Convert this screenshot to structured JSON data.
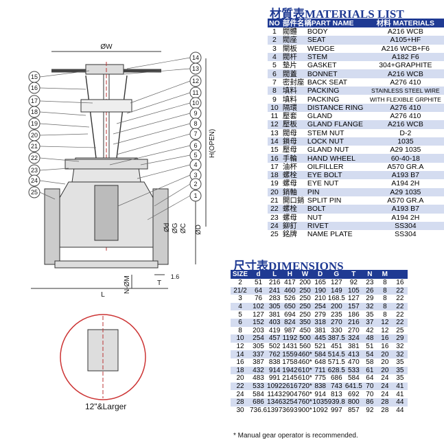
{
  "materials_title": "材質表MATERIALS LIST",
  "materials_headers": [
    "NO",
    "部件名稱PART NAME",
    "材料 MATERIALS"
  ],
  "materials": [
    {
      "no": "1",
      "cn": "閥體",
      "name": "BODY",
      "mat": "A216 WCB"
    },
    {
      "no": "2",
      "cn": "閥座",
      "name": "SEAT",
      "mat": "A105+HF"
    },
    {
      "no": "3",
      "cn": "閘板",
      "name": "WEDGE",
      "mat": "A216 WCB+F6"
    },
    {
      "no": "4",
      "cn": "閥杆",
      "name": "STEM",
      "mat": "A182 F6"
    },
    {
      "no": "5",
      "cn": "墊片",
      "name": "GASKET",
      "mat": "304+GRAPHITE"
    },
    {
      "no": "6",
      "cn": "閥蓋",
      "name": "BONNET",
      "mat": "A216 WCB"
    },
    {
      "no": "7",
      "cn": "密封座",
      "name": "BACK SEAT",
      "mat": "A276 410"
    },
    {
      "no": "8",
      "cn": "填料",
      "name": "PACKING",
      "mat": "STAINLESS STEEL WIRE"
    },
    {
      "no": "9",
      "cn": "填料",
      "name": "PACKING",
      "mat": "WITH FLEXIBLE GRPHITE"
    },
    {
      "no": "10",
      "cn": "隔環",
      "name": "DISTANCE RING",
      "mat": "A276 410"
    },
    {
      "no": "11",
      "cn": "壓套",
      "name": "GLAND",
      "mat": "A276 410"
    },
    {
      "no": "12",
      "cn": "壓板",
      "name": "GLAND FLANGE",
      "mat": "A216 WCB"
    },
    {
      "no": "13",
      "cn": "閥母",
      "name": "STEM NUT",
      "mat": "D-2"
    },
    {
      "no": "14",
      "cn": "鎖母",
      "name": "LOCK NUT",
      "mat": "1035"
    },
    {
      "no": "15",
      "cn": "壓母",
      "name": "GLAND NUT",
      "mat": "A29 1035"
    },
    {
      "no": "16",
      "cn": "手輪",
      "name": "HAND WHEEL",
      "mat": "60-40-18"
    },
    {
      "no": "17",
      "cn": "油杯",
      "name": "OILFILLER",
      "mat": "A570 GR.A"
    },
    {
      "no": "18",
      "cn": "螺栓",
      "name": "EYE BOLT",
      "mat": "A193 B7"
    },
    {
      "no": "19",
      "cn": "螺母",
      "name": "EYE NUT",
      "mat": "A194 2H"
    },
    {
      "no": "20",
      "cn": "銷軸",
      "name": "PIN",
      "mat": "A29 1035"
    },
    {
      "no": "21",
      "cn": "開口銷",
      "name": "SPLIT PIN",
      "mat": "A570 GR.A"
    },
    {
      "no": "22",
      "cn": "螺栓",
      "name": "BOLT",
      "mat": "A193 B7"
    },
    {
      "no": "23",
      "cn": "螺母",
      "name": "NUT",
      "mat": "A194 2H"
    },
    {
      "no": "24",
      "cn": "鉚釘",
      "name": "RIVET",
      "mat": "SS304"
    },
    {
      "no": "25",
      "cn": "銘牌",
      "name": "NAME PLATE",
      "mat": "SS304"
    }
  ],
  "dimensions_title": "尺寸表DIMENSIONS",
  "dimensions_headers": [
    "SIZE",
    "d",
    "L",
    "H",
    "W",
    "D",
    "G",
    "T",
    "N",
    "M"
  ],
  "dimensions": [
    [
      "2",
      "51",
      "216",
      "417",
      "200",
      "165",
      "127",
      "92",
      "23",
      "8",
      "16"
    ],
    [
      "21/2",
      "64",
      "241",
      "460",
      "250",
      "190",
      "149",
      "105",
      "26",
      "8",
      "22"
    ],
    [
      "3",
      "76",
      "283",
      "526",
      "250",
      "210",
      "168.5",
      "127",
      "29",
      "8",
      "22"
    ],
    [
      "4",
      "102",
      "305",
      "650",
      "250",
      "254",
      "200",
      "157",
      "32",
      "8",
      "22"
    ],
    [
      "5",
      "127",
      "381",
      "694",
      "250",
      "279",
      "235",
      "186",
      "35",
      "8",
      "22"
    ],
    [
      "6",
      "152",
      "403",
      "824",
      "350",
      "318",
      "270",
      "216",
      "37",
      "12",
      "22"
    ],
    [
      "8",
      "203",
      "419",
      "987",
      "450",
      "381",
      "330",
      "270",
      "42",
      "12",
      "25"
    ],
    [
      "10",
      "254",
      "457",
      "1192",
      "500",
      "445",
      "387.5",
      "324",
      "48",
      "16",
      "29"
    ],
    [
      "12",
      "305",
      "502",
      "1431",
      "560",
      "521",
      "451",
      "381",
      "51",
      "16",
      "32"
    ],
    [
      "14",
      "337",
      "762",
      "1559",
      "460*",
      "584",
      "514.5",
      "413",
      "54",
      "20",
      "32"
    ],
    [
      "16",
      "387",
      "838",
      "1758",
      "460*",
      "648",
      "571.5",
      "470",
      "58",
      "20",
      "35"
    ],
    [
      "18",
      "432",
      "914",
      "1942",
      "610*",
      "711",
      "628.5",
      "533",
      "61",
      "20",
      "35"
    ],
    [
      "20",
      "483",
      "991",
      "2145",
      "610*",
      "775",
      "686",
      "584",
      "64",
      "24",
      "35"
    ],
    [
      "22",
      "533",
      "1092",
      "2616",
      "720*",
      "838",
      "743",
      "641.5",
      "70",
      "24",
      "41"
    ],
    [
      "24",
      "584",
      "1143",
      "2904",
      "760*",
      "914",
      "813",
      "692",
      "70",
      "24",
      "41"
    ],
    [
      "28",
      "686",
      "1346",
      "3254",
      "760*",
      "1035",
      "939.8",
      "800",
      "86",
      "28",
      "44"
    ],
    [
      "30",
      "736.6",
      "1397",
      "3693",
      "900*",
      "1092",
      "997",
      "857",
      "92",
      "28",
      "44"
    ]
  ],
  "note": "* Manual gear operator is recommended.",
  "drawing_labels": {
    "size_label": "12\"&Larger",
    "w": "ØW",
    "h_open": "H(OPEN)",
    "d_big": "ØD",
    "c": "ØC",
    "g": "ØG",
    "d_small": "Ød",
    "nm": "N-ØM",
    "t": "T",
    "l": "L",
    "v16": "1.6",
    "callouts_left": [
      "15",
      "16",
      "17",
      "18",
      "19",
      "20",
      "21",
      "22",
      "23",
      "24",
      "25"
    ],
    "callouts_right": [
      "14",
      "13",
      "12",
      "11",
      "10",
      "9",
      "8",
      "7",
      "6",
      "5",
      "4",
      "3",
      "2",
      "1"
    ]
  }
}
